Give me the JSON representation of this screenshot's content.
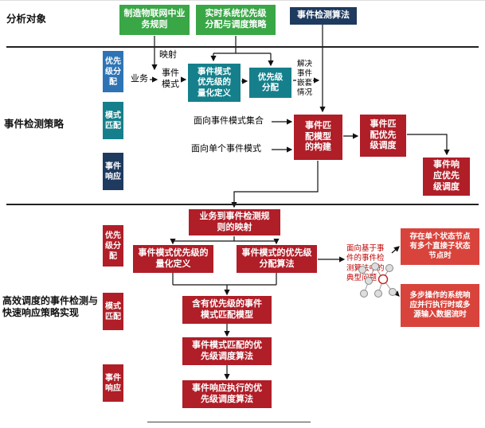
{
  "top": {
    "section_label": "分析对象",
    "box_business_rules": "制造物联网中业\n务规则",
    "box_realtime_strategy": "实时系统优先级\n分配与调度策略",
    "box_event_algo": "事件检测算法"
  },
  "middle": {
    "section_label": "事件检测策略",
    "side": {
      "priority": "优先\n级分\n配",
      "pattern": "模式\n匹配",
      "response": "事件\n响应"
    },
    "texts": {
      "mapping": "映射",
      "business": "业务",
      "event_pattern": "事件\n模式",
      "solve_nesting": "解决\n事件\n嵌套\n情况",
      "pattern_set": "面向事件模式集合",
      "single_pattern": "面向单个事件模式"
    },
    "boxes": {
      "quant_def": "事件模式\n优先级的\n量化定义",
      "priority_assign": "优先级\n分配",
      "match_model": "事件匹\n配模型\n的构建",
      "match_sched": "事件匹\n配优先\n级调度",
      "response_sched": "事件响\n应优先\n级调度"
    }
  },
  "bottom": {
    "section_label": "高效调度的事件检测与\n快速响应策略实现",
    "side": {
      "priority": "优先\n级分\n配",
      "pattern": "模式\n匹配",
      "response": "事件\n响应"
    },
    "boxes": {
      "rule_mapping": "业务到事件检测规\n则的映射",
      "quant_def": "事件模式优先级的\n量化定义",
      "assign_algo": "事件模式的优先级\n分配算法",
      "match_model": "含有优先级的事件\n模式匹配模型",
      "match_sched_algo": "事件模式匹配的优\n先级调度算法",
      "response_sched_algo": "事件响应执行的优\n先级调度算法"
    },
    "annotations": {
      "typical_problems": "面向基于事\n件的事件检\n测算法中的\n典型问题",
      "problem_single_node": "存在单个状态节点\n有多个直接子状态\n节点时",
      "problem_multi_step": "多步操作的系统响\n应并行执行时或多\n源输入数据流时"
    }
  },
  "colors": {
    "green": "#3aa747",
    "navy": "#1e3a5f",
    "teal": "#15808b",
    "blue": "#2e74b5",
    "dark_red": "#b01e28",
    "bright_red": "#d8443c",
    "annotation_red": "#c00000"
  }
}
